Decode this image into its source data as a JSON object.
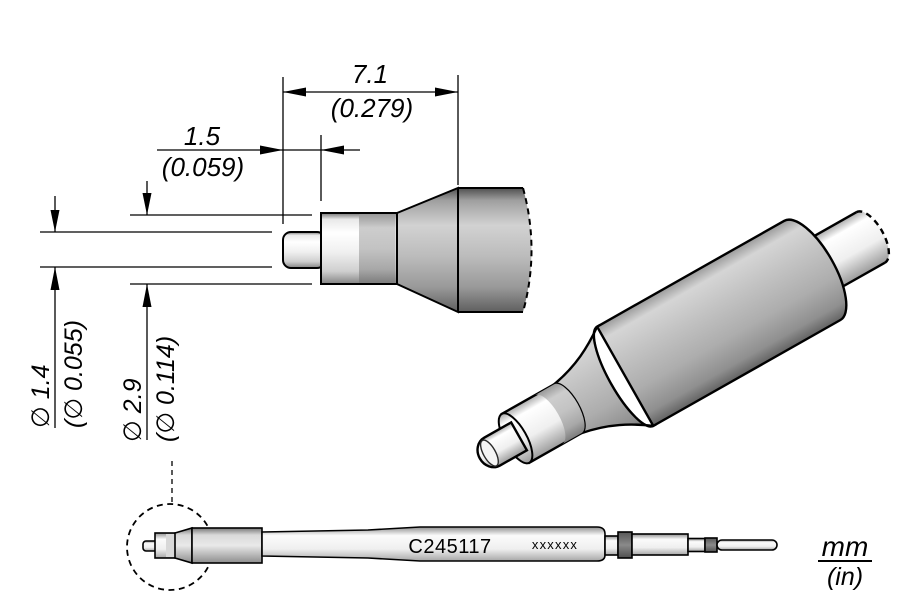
{
  "part": {
    "number": "C245117",
    "marking_placeholder": "xxxxxx"
  },
  "units_label": {
    "primary": "mm",
    "secondary": "(in)"
  },
  "dimensions": {
    "front_length": {
      "mm": "7.1",
      "inch": "(0.279)"
    },
    "tip_length": {
      "mm": "1.5",
      "inch": "(0.059)"
    },
    "tip_diameter": {
      "mm": "∅ 1.4",
      "inch": "(∅ 0.055)"
    },
    "collar_diameter": {
      "mm": "∅ 2.9",
      "inch": "(∅ 0.114)"
    }
  },
  "colors": {
    "line": "#000000",
    "background": "#ffffff",
    "metal_light": "#f5f5f5",
    "metal_mid": "#c3c3c3",
    "metal_dark": "#8f8f8f",
    "ring_gray": "#777777"
  }
}
